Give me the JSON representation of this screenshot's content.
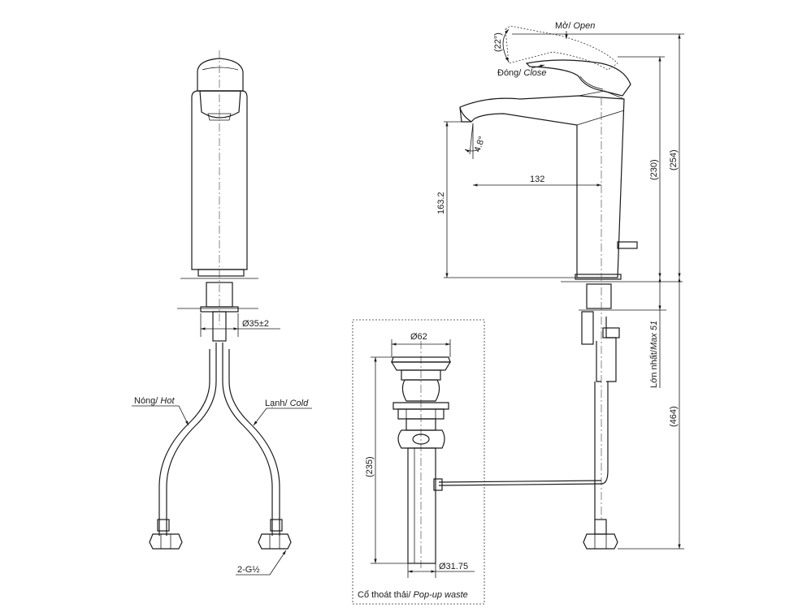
{
  "front_view": {
    "dim_inlet_diameter": "Ø35±2",
    "hot_label": "Nóng/",
    "hot_label_en": "Hot",
    "cold_label": "Lạnh/",
    "cold_label_en": "Cold",
    "thread_label": "2-G½"
  },
  "side_view": {
    "open_label": "Mở/",
    "open_label_en": "Open",
    "close_label": "Đóng/",
    "close_label_en": "Close",
    "lever_angle": "(22°)",
    "spout_angle": "4.8°",
    "spout_height": "163.2",
    "spout_reach": "132",
    "body_height": "(230)",
    "overall_height": "(254)",
    "deck_thickness_label": "Lớn nhất/",
    "deck_thickness_label_en": "Max 51",
    "total_length": "(464)"
  },
  "waste_view": {
    "top_diameter": "Ø62",
    "length": "(235)",
    "tail_diameter": "Ø31.75",
    "caption": "Cổ thoát thải/",
    "caption_en": "Pop-up waste"
  }
}
